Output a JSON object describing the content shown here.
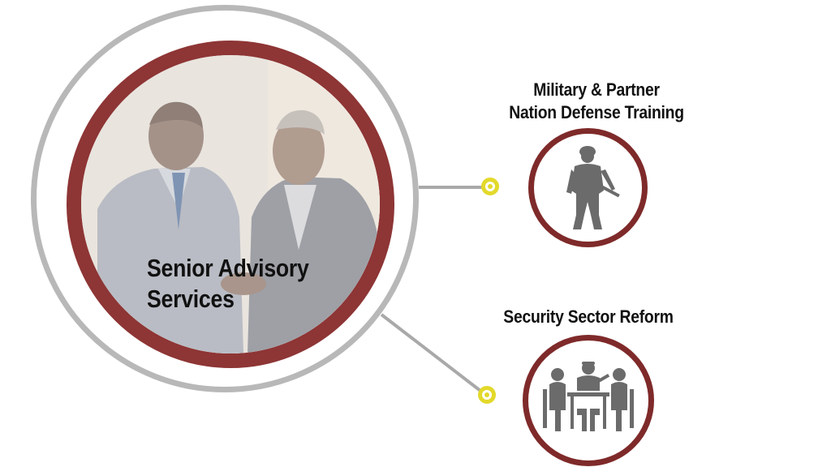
{
  "diagram": {
    "center": {
      "title_line1": "Senior Advisory",
      "title_line2": "Services",
      "image": "two-men-handshake-photo"
    },
    "branches": [
      {
        "title_line1": "Military & Partner",
        "title_line2": "Nation Defense Training",
        "icon": "soldier-icon"
      },
      {
        "title_line1": "Security Sector Reform",
        "icon": "meeting-table-icon"
      }
    ]
  },
  "colors": {
    "ring_red": "#8e3535",
    "outer_ring_grey": "#b8b8b8",
    "connector_grey": "#a9a9a9",
    "node_yellow": "#e3d92a",
    "icon_grey": "#6b6b6b"
  }
}
